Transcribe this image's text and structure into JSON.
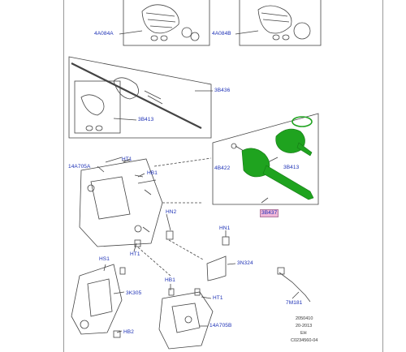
{
  "callouts": {
    "boot_kit_inner": "4A084A",
    "boot_kit_outer": "4A084B",
    "shaft_assembly": "3B436",
    "joint_small_left": "3B413",
    "joint_small_right": "3B413",
    "joint_outer": "4B422",
    "highlighted_shaft": "3B437",
    "bracket": "14A705A",
    "ht1_a": "HT1",
    "hb1_a": "HB1",
    "hn2": "HN2",
    "ht1_b": "HT1",
    "hn1": "HN1",
    "bracket_clip": "3N324",
    "hs1": "HS1",
    "support": "3K305",
    "hb1_b": "HB1",
    "ht1_c": "HT1",
    "sensor": "7M181",
    "hb2": "HB2",
    "bracket_b": "14A705B"
  },
  "doc_info": {
    "line1": "2050410",
    "line2": "20-2013",
    "line3": "EH",
    "line4": "C0234560-04"
  },
  "colors": {
    "callout_text": "#1b2fb5",
    "highlight_fill": "#f0b6d8",
    "highlight_part": "#1fa31f",
    "line_art": "#444444"
  }
}
